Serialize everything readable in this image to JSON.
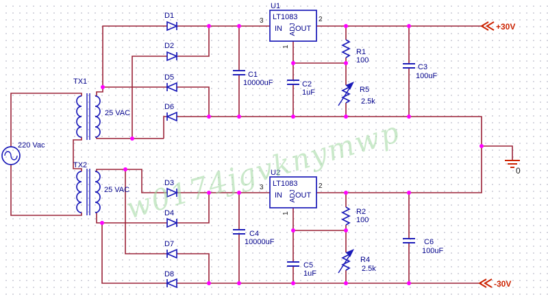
{
  "watermark": "w0174jgvknymwp",
  "source": {
    "label": "220 Vac"
  },
  "ground": {
    "label": "0"
  },
  "rails": {
    "pos": "+30V",
    "neg": "-30V"
  },
  "transformers": [
    {
      "ref": "TX1",
      "secondary": "25 VAC"
    },
    {
      "ref": "TX2",
      "secondary": "25 VAC"
    }
  ],
  "diodes": [
    {
      "ref": "D1"
    },
    {
      "ref": "D2"
    },
    {
      "ref": "D5"
    },
    {
      "ref": "D6"
    },
    {
      "ref": "D3"
    },
    {
      "ref": "D4"
    },
    {
      "ref": "D7"
    },
    {
      "ref": "D8"
    }
  ],
  "regulators": [
    {
      "ref": "U1",
      "part": "LT1083",
      "in_label": "IN",
      "out_label": "OUT",
      "adj_label": "ADJ",
      "pin_in": "3",
      "pin_out": "2",
      "pin_adj": "1"
    },
    {
      "ref": "U2",
      "part": "LT1083",
      "in_label": "IN",
      "out_label": "OUT",
      "adj_label": "ADJ",
      "pin_in": "3",
      "pin_out": "2",
      "pin_adj": "1"
    }
  ],
  "capacitors": [
    {
      "ref": "C1",
      "value": "10000uF"
    },
    {
      "ref": "C2",
      "value": "1uF"
    },
    {
      "ref": "C3",
      "value": "100uF"
    },
    {
      "ref": "C4",
      "value": "10000uF"
    },
    {
      "ref": "C5",
      "value": "1uF"
    },
    {
      "ref": "C6",
      "value": "100uF"
    }
  ],
  "resistors": [
    {
      "ref": "R1",
      "value": "100"
    },
    {
      "ref": "R5",
      "value": "2.5k"
    },
    {
      "ref": "R2",
      "value": "100"
    },
    {
      "ref": "R4",
      "value": "2.5k"
    }
  ],
  "colors": {
    "wire": "#9a2136",
    "component": "#1a1ab8",
    "junction": "#ff00ff",
    "power": "#cc2200"
  }
}
